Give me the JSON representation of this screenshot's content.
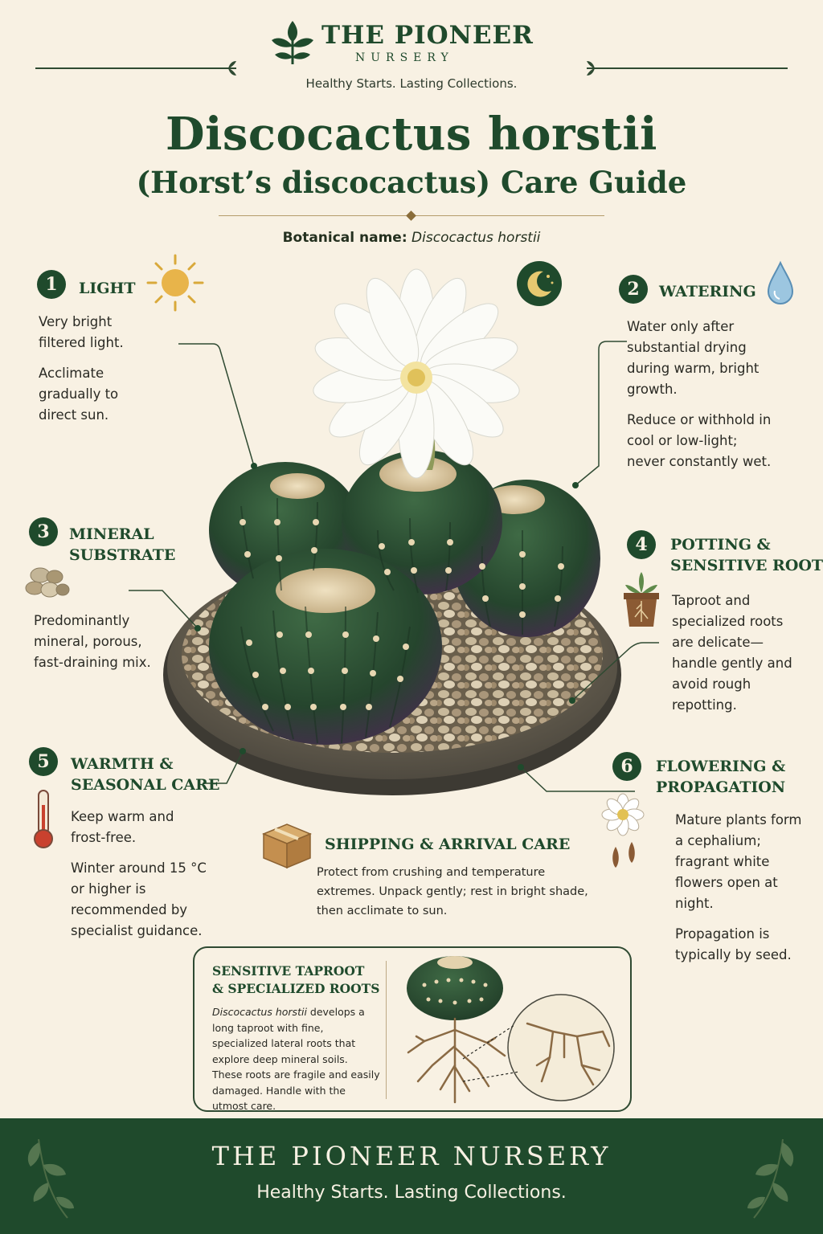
{
  "brand": {
    "name": "THE PIONEER",
    "sub": "NURSERY",
    "tagline": "Healthy Starts. Lasting Collections."
  },
  "title": {
    "main": "Discocactus horstii",
    "sub": "(Horst’s discocactus) Care Guide"
  },
  "botanical": {
    "label": "Botanical name:",
    "value": "Discocactus horstii"
  },
  "sections": [
    {
      "number": "1",
      "title": "LIGHT",
      "icon": "sun-icon",
      "paragraphs": [
        "Very bright filtered light.",
        "Acclimate gradually to direct sun."
      ]
    },
    {
      "number": "2",
      "title": "WATERING",
      "icon": "water-drop-icon",
      "paragraphs": [
        "Water only after substantial drying during warm, bright growth.",
        "Reduce or withhold in cool or low-light; never constantly wet."
      ]
    },
    {
      "number": "3",
      "title_lines": [
        "MINERAL",
        "SUBSTRATE"
      ],
      "icon": "pebbles-icon",
      "paragraphs": [
        "Predominantly mineral, porous, fast-draining mix."
      ]
    },
    {
      "number": "4",
      "title_lines": [
        "POTTING &",
        "SENSITIVE ROOTS"
      ],
      "icon": "potted-plant-icon",
      "paragraphs": [
        "Taproot and specialized roots are delicate—handle gently and avoid rough repotting."
      ]
    },
    {
      "number": "5",
      "title_lines": [
        "WARMTH &",
        "SEASONAL CARE"
      ],
      "icon": "thermometer-icon",
      "paragraphs": [
        "Keep warm and frost-free.",
        "Winter around 15 °C or higher is recommended by specialist guidance."
      ]
    },
    {
      "number": "6",
      "title_lines": [
        "FLOWERING &",
        "PROPAGATION"
      ],
      "icon": "flower-seed-icon",
      "paragraphs": [
        "Mature plants form a cephalium; fragrant white flowers open at night.",
        "Propagation is typically by seed."
      ]
    }
  ],
  "shipping": {
    "title": "SHIPPING & ARRIVAL CARE",
    "icon": "box-icon",
    "text": "Protect from crushing and temperature extremes. Unpack gently; rest in bright shade, then acclimate to sun."
  },
  "roots_panel": {
    "title_lines": [
      "SENSITIVE TAPROOT",
      "& SPECIALIZED ROOTS"
    ],
    "species": "Discocactus horstii",
    "text": "develops a long taproot with fine, specialized lateral roots that explore deep mineral soils. These roots are fragile and easily damaged. Handle with the utmost care."
  },
  "footer": {
    "name": "THE PIONEER NURSERY",
    "tagline": "Healthy Starts. Lasting Collections."
  },
  "colors": {
    "primary_green": "#1f4a2c",
    "background": "#f8f1e3",
    "accent_gold": "#d9a93a"
  }
}
